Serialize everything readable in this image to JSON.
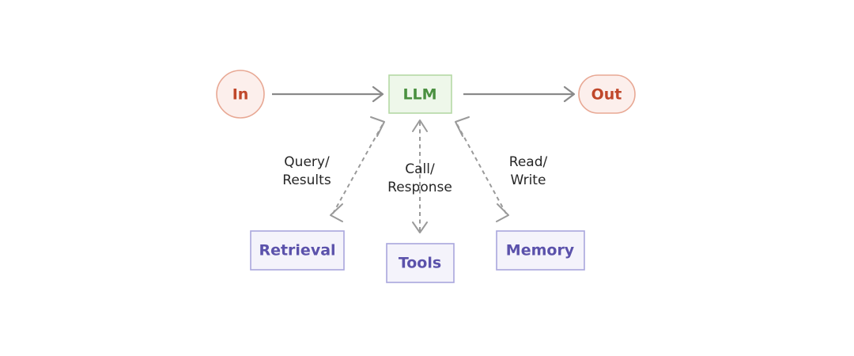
{
  "diagram": {
    "background_color": "#ffffff",
    "nodes": {
      "input": {
        "label": "In",
        "shape": "circle",
        "fill": "#fcefec",
        "stroke": "#e8a894",
        "text_color": "#c0472a"
      },
      "llm": {
        "label": "LLM",
        "shape": "rectangle",
        "fill": "#eef7ea",
        "stroke": "#b5d9a5",
        "text_color": "#4a9040"
      },
      "output": {
        "label": "Out",
        "shape": "stadium",
        "fill": "#fcefec",
        "stroke": "#e8a894",
        "text_color": "#c0472a"
      },
      "retrieval": {
        "label": "Retrieval",
        "shape": "rectangle",
        "fill": "#f4f3fb",
        "stroke": "#a9a6dd",
        "text_color": "#5b52ab"
      },
      "tools": {
        "label": "Tools",
        "shape": "rectangle",
        "fill": "#f4f3fb",
        "stroke": "#a9a6dd",
        "text_color": "#5b52ab"
      },
      "memory": {
        "label": "Memory",
        "shape": "rectangle",
        "fill": "#f4f3fb",
        "stroke": "#a9a6dd",
        "text_color": "#5b52ab"
      }
    },
    "edges": {
      "in_to_llm": {
        "style": "solid",
        "direction": "one-way",
        "color": "#8a8a8a",
        "label": ""
      },
      "llm_to_out": {
        "style": "solid",
        "direction": "one-way",
        "color": "#8a8a8a",
        "label": ""
      },
      "llm_retrieval": {
        "style": "dashed",
        "direction": "bidirectional",
        "color": "#9a9a9a",
        "label_line1": "Query/",
        "label_line2": "Results"
      },
      "llm_tools": {
        "style": "dashed",
        "direction": "bidirectional",
        "color": "#9a9a9a",
        "label_line1": "Call/",
        "label_line2": "Response"
      },
      "llm_memory": {
        "style": "dashed",
        "direction": "bidirectional",
        "color": "#9a9a9a",
        "label_line1": "Read/",
        "label_line2": "Write"
      }
    }
  }
}
